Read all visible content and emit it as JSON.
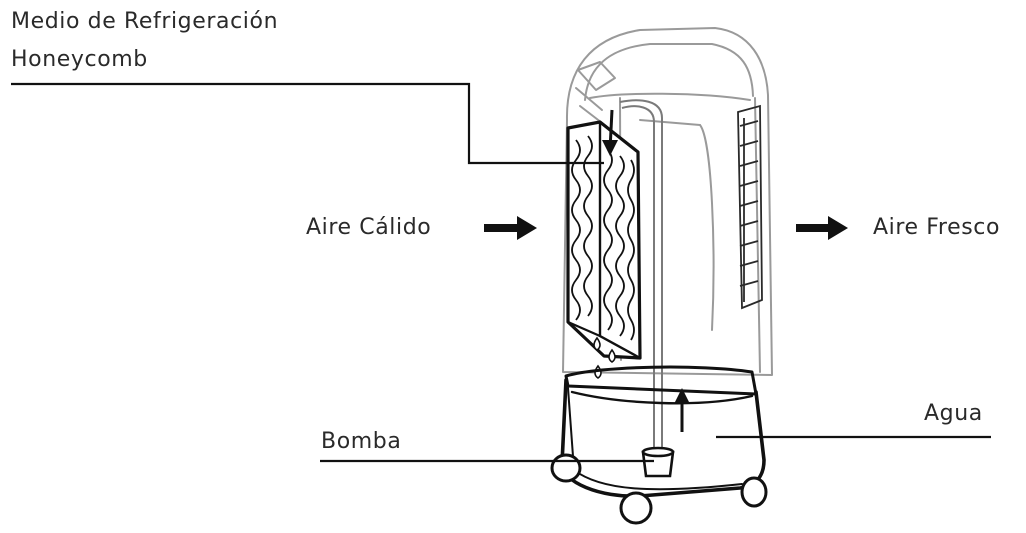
{
  "labels": {
    "medio_line1": "Medio de Refrigeración",
    "medio_line2": "Honeycomb",
    "aire_calido": "Aire Cálido",
    "aire_fresco": "Aire Fresco",
    "agua": "Agua",
    "bomba": "Bomba"
  },
  "colors": {
    "ink": "#1a1a1a",
    "outline_light": "#9a9a9a",
    "background": "#ffffff"
  }
}
